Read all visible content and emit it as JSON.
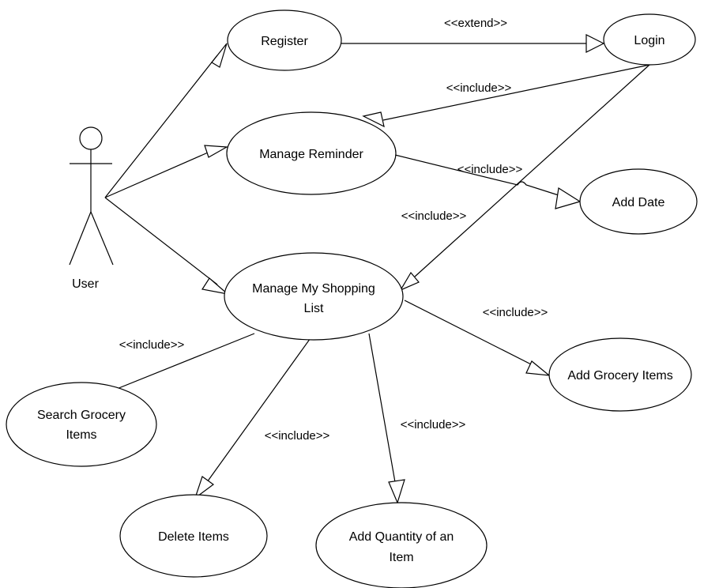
{
  "actor": {
    "name": "User"
  },
  "use_cases": {
    "register": "Register",
    "login": "Login",
    "manage_reminder": "Manage Reminder",
    "add_date": "Add Date",
    "manage_list_line1": "Manage My Shopping",
    "manage_list_line2": "List",
    "add_grocery": "Add Grocery Items",
    "search_line1": "Search Grocery",
    "search_line2": "Items",
    "delete": "Delete Items",
    "add_qty_line1": "Add Quantity of an",
    "add_qty_line2": "Item"
  },
  "relations": {
    "extend": "<<extend>>",
    "include": "<<include>>"
  }
}
